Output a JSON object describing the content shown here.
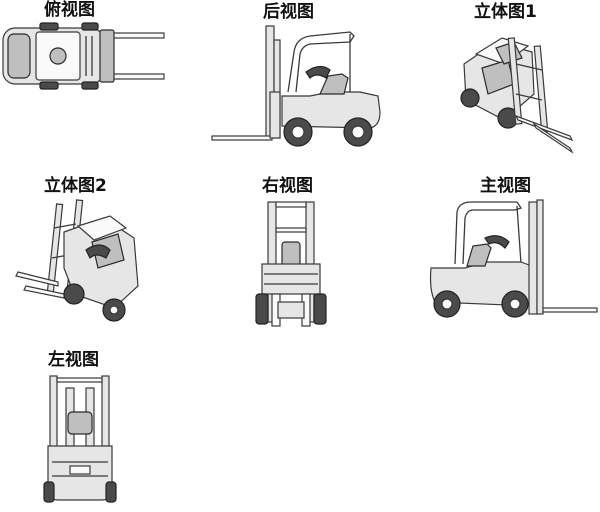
{
  "views": {
    "top": "俯视图",
    "rear": "后视图",
    "iso1": "立体图1",
    "iso2": "立体图2",
    "right": "右视图",
    "front": "主视图",
    "left": "左视图"
  },
  "icons": {
    "top": "forklift-top-view-icon",
    "rear": "forklift-rear-view-icon",
    "iso1": "forklift-isometric-1-icon",
    "iso2": "forklift-isometric-2-icon",
    "right": "forklift-right-view-icon",
    "front": "forklift-front-view-icon",
    "left": "forklift-left-view-icon"
  }
}
